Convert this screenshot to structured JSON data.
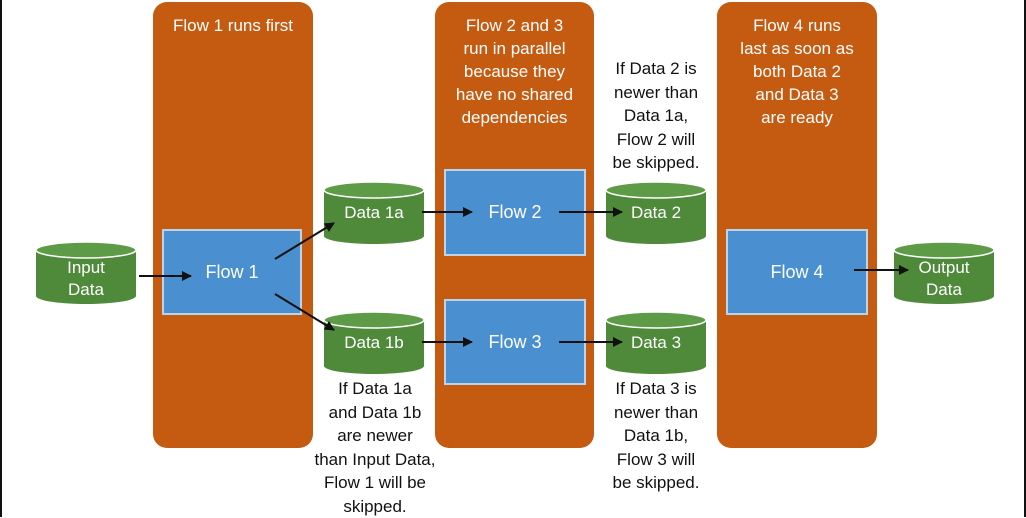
{
  "lanes": {
    "lane1": "Flow 1 runs first",
    "lane2": "Flow 2 and 3\nrun in parallel\nbecause they\nhave no shared\ndependencies",
    "lane3": "Flow 4 runs\nlast as soon as\nboth Data 2\nand Data 3\nare ready"
  },
  "flows": {
    "flow1": "Flow 1",
    "flow2": "Flow 2",
    "flow3": "Flow 3",
    "flow4": "Flow 4"
  },
  "data_stores": {
    "input": "Input\nData",
    "data1a": "Data 1a",
    "data1b": "Data 1b",
    "data2": "Data 2",
    "data3": "Data 3",
    "output": "Output\nData"
  },
  "notes": {
    "flow1_skip": "If Data 1a\nand Data 1b\nare newer\nthan Input Data,\nFlow 1 will be\nskipped.",
    "flow2_skip": "If Data 2 is\nnewer than\nData 1a,\nFlow 2 will\nbe skipped.",
    "flow3_skip": "If Data 3 is\nnewer than\nData 1b,\nFlow 3 will\nbe skipped."
  },
  "colors": {
    "lane": "#c55a11",
    "flow": "#4a8fd0",
    "flow_border": "#bcd3ea",
    "database": "#4e8a3a",
    "database_top": "#5d9b47",
    "arrow": "#111111"
  }
}
